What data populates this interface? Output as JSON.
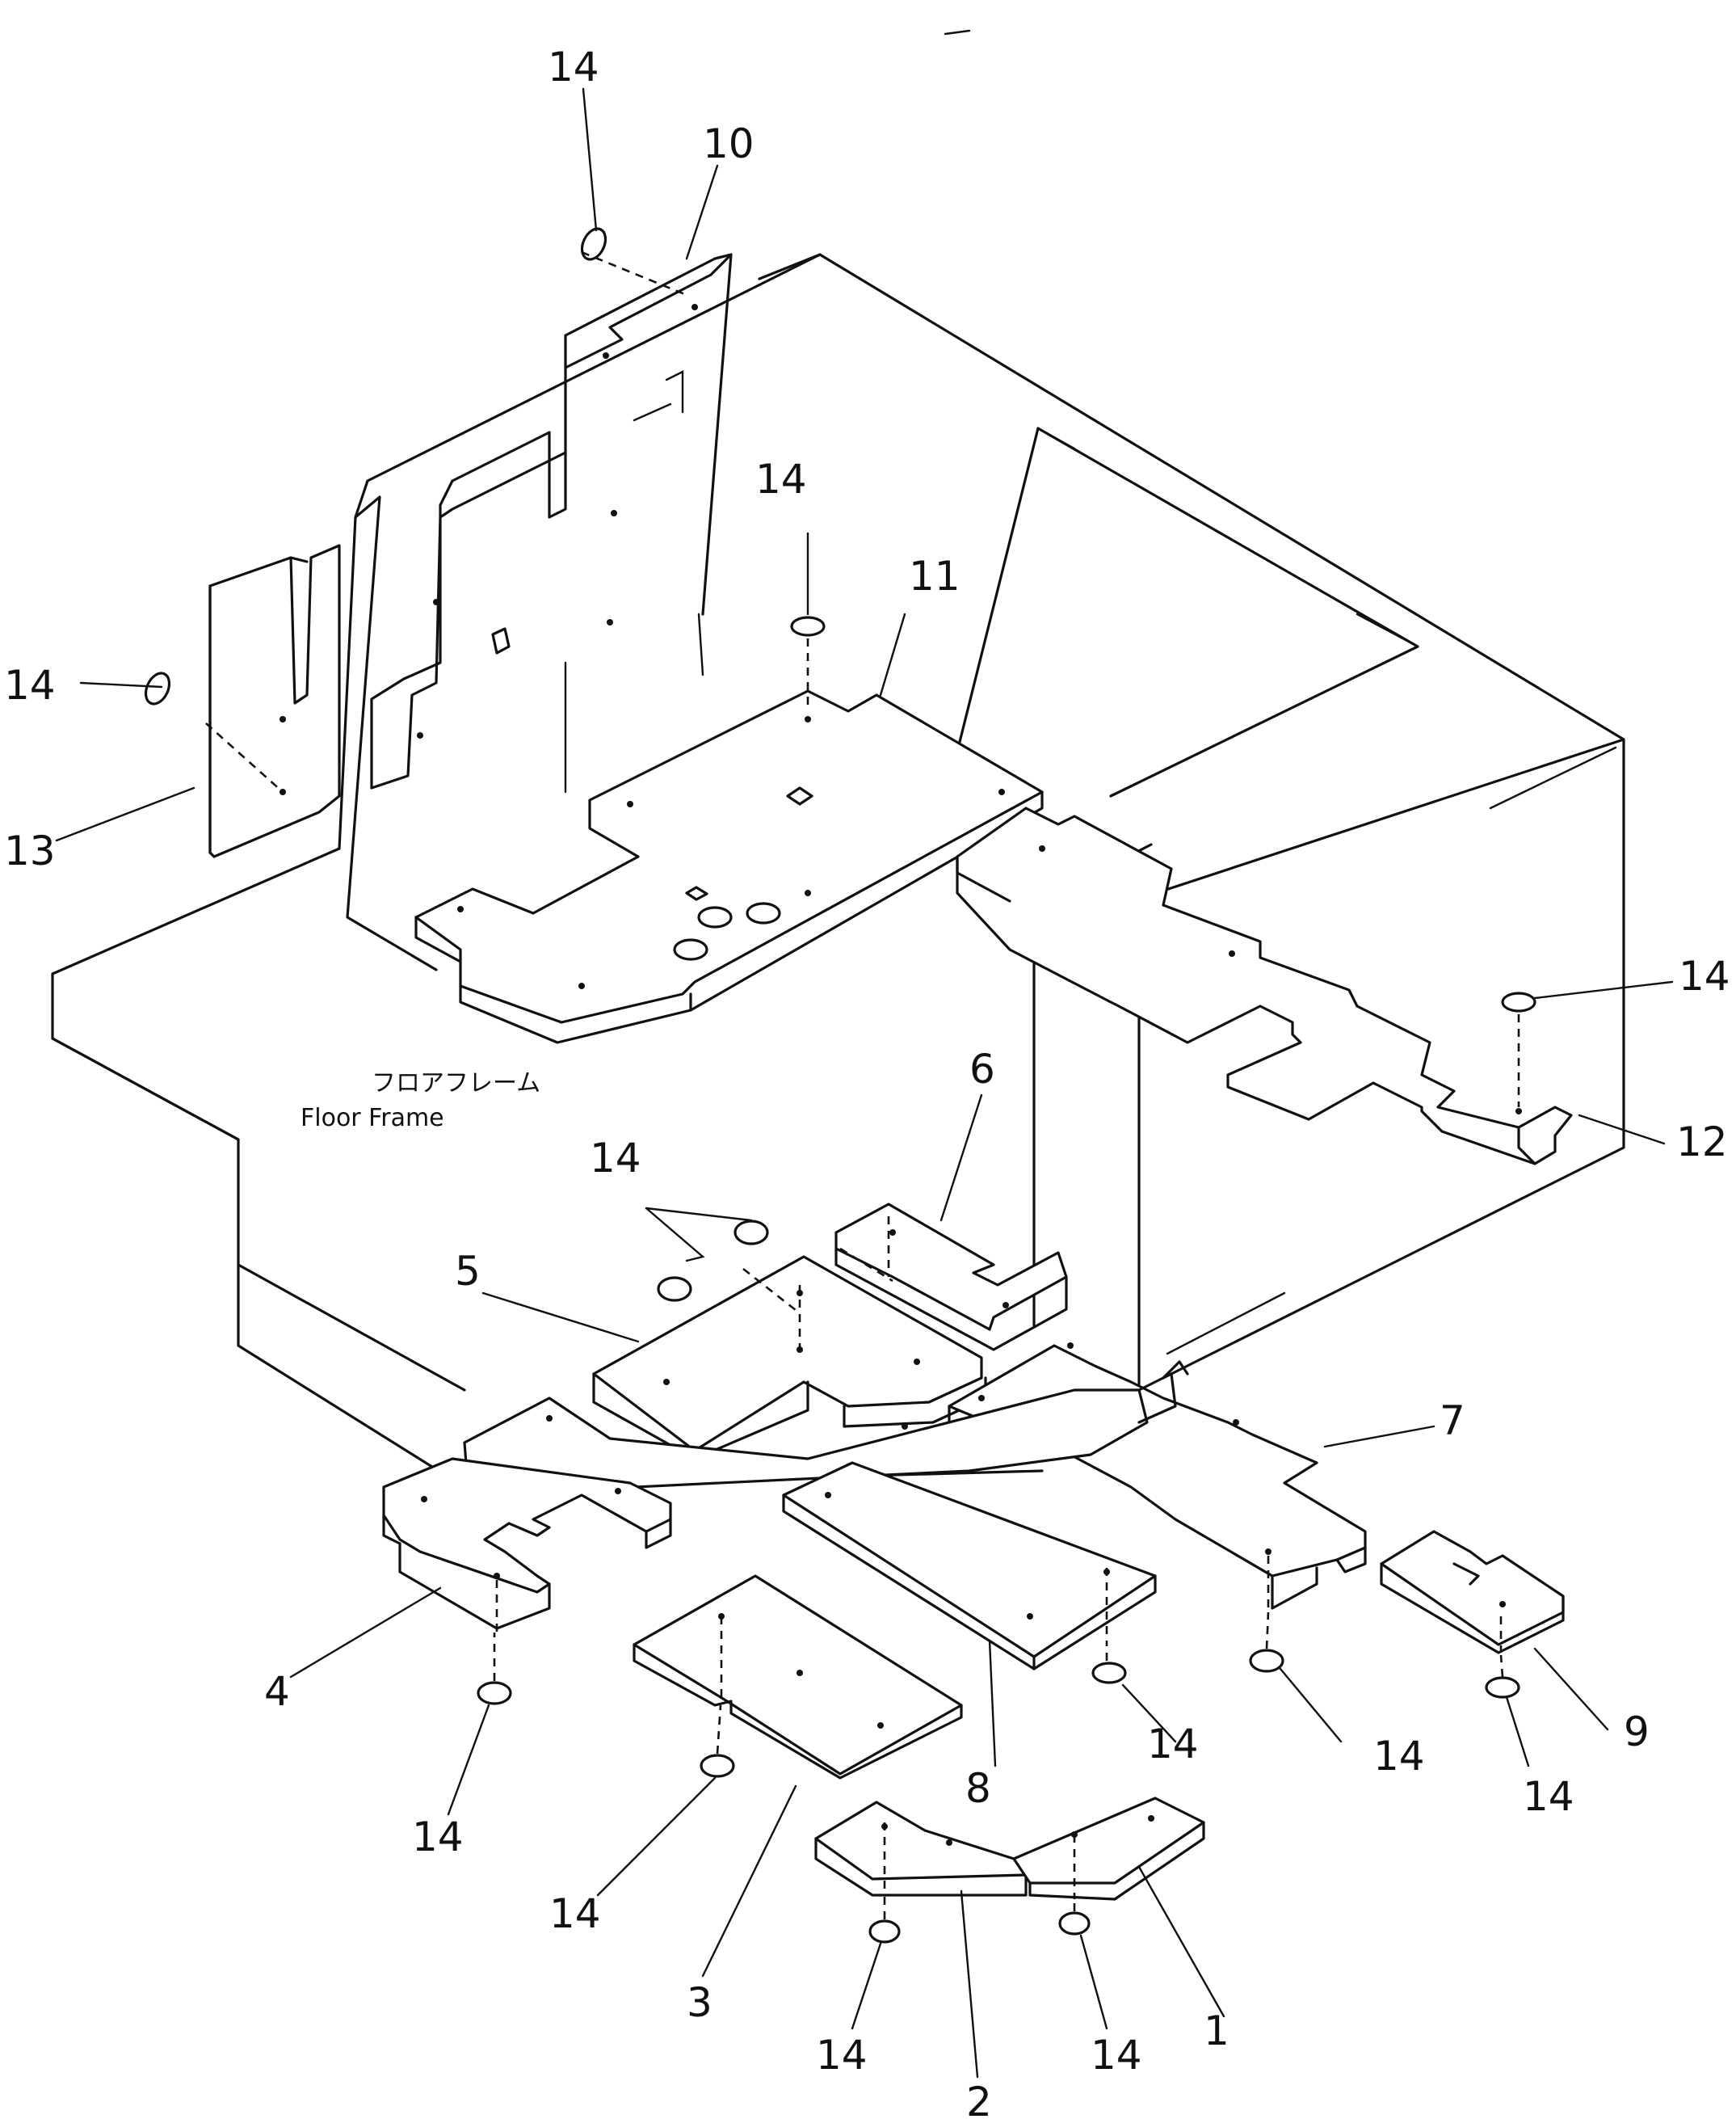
{
  "floor_frame": {
    "label_jp": "フロアフレーム",
    "label_en": "Floor Frame"
  },
  "callouts": {
    "n1": "1",
    "n2": "2",
    "n3": "3",
    "n4": "4",
    "n5": "5",
    "n6": "6",
    "n7": "7",
    "n8": "8",
    "n9": "9",
    "n10": "10",
    "n11": "11",
    "n12": "12",
    "n13": "13",
    "n14": "14"
  }
}
